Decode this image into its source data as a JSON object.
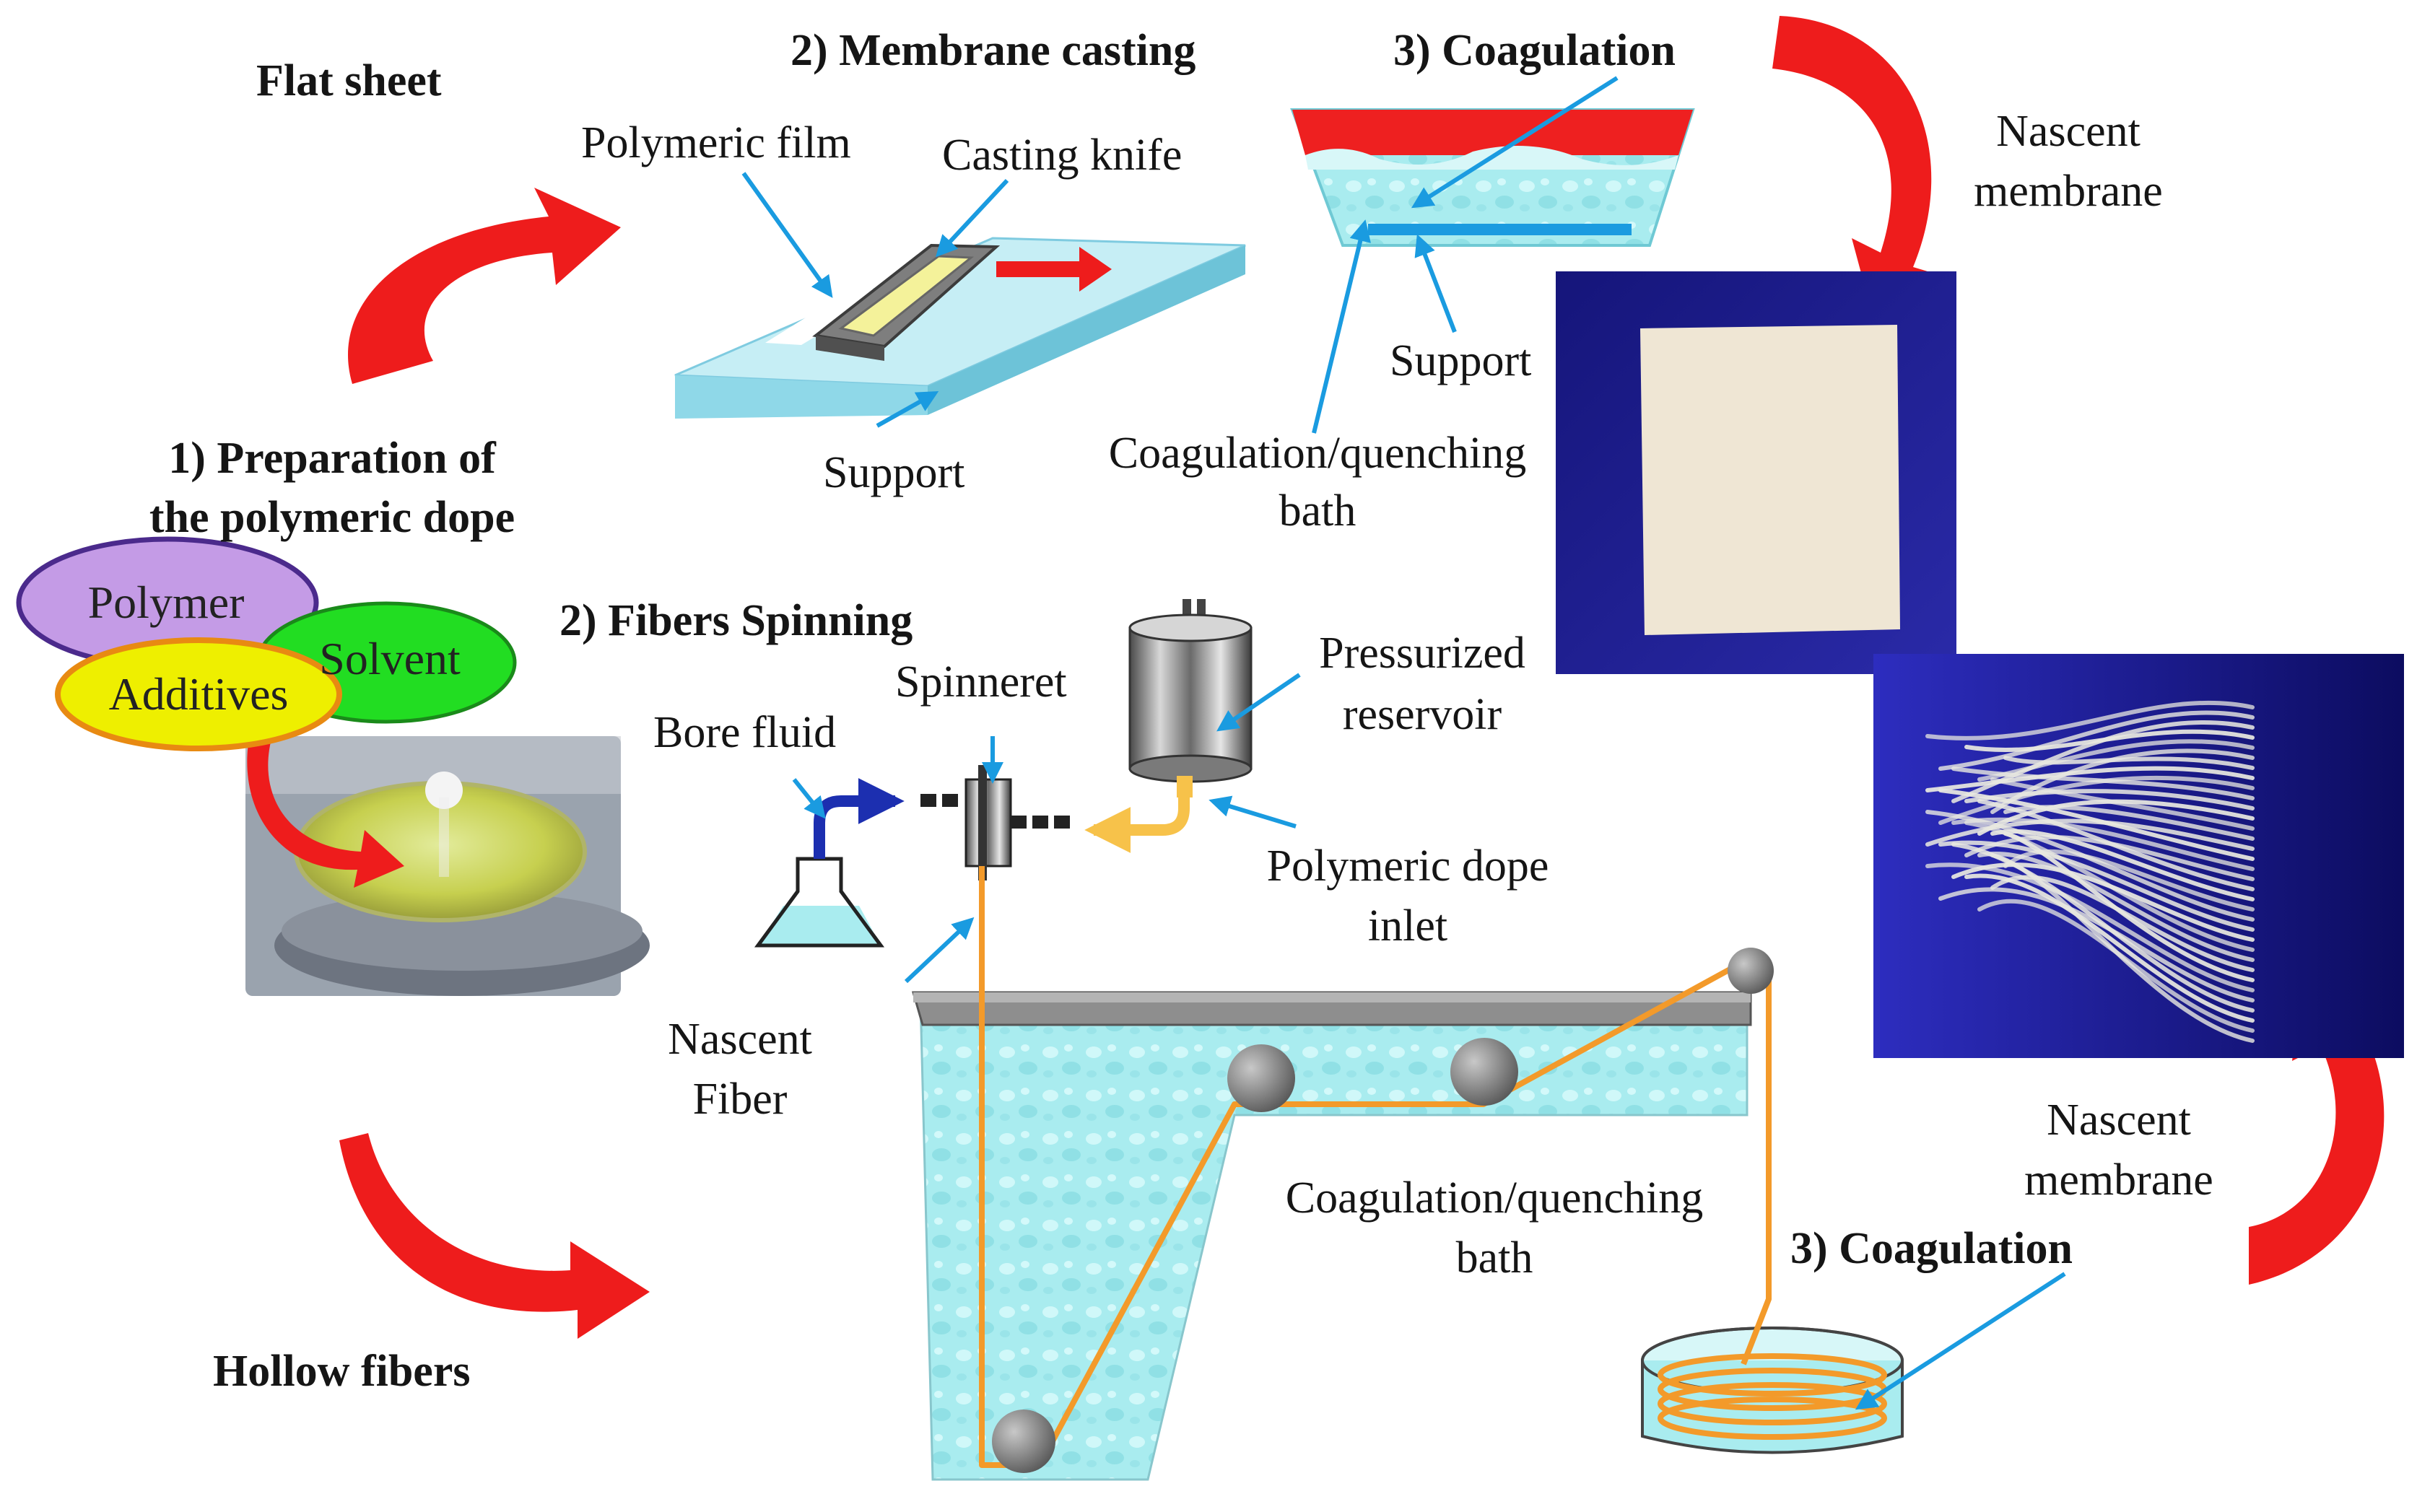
{
  "labels": {
    "flat_sheet": "Flat sheet",
    "membrane_casting": "2) Membrane casting",
    "coagulation_top": "3) Coagulation",
    "polymeric_film": "Polymeric film",
    "casting_knife": "Casting knife",
    "support_casting": "Support",
    "support_bath": "Support",
    "coag_bath_top_l1": "Coagulation/quenching",
    "coag_bath_top_l2": "bath",
    "nascent_membrane_top_l1": "Nascent",
    "nascent_membrane_top_l2": "membrane",
    "prep_l1": "1) Preparation of",
    "prep_l2": "the polymeric dope",
    "polymer": "Polymer",
    "solvent": "Solvent",
    "additives": "Additives",
    "fibers_spinning": "2) Fibers Spinning",
    "spinneret": "Spinneret",
    "bore_fluid": "Bore fluid",
    "pressurized_l1": "Pressurized",
    "pressurized_l2": "reservoir",
    "dope_inlet_l1": "Polymeric dope",
    "dope_inlet_l2": "inlet",
    "nascent_fiber_l1": "Nascent",
    "nascent_fiber_l2": "Fiber",
    "coag_bath_bottom_l1": "Coagulation/quenching",
    "coag_bath_bottom_l2": "bath",
    "nascent_membrane_bottom_l1": "Nascent",
    "nascent_membrane_bottom_l2": "membrane",
    "coagulation_bottom": "3) Coagulation",
    "hollow_fibers": "Hollow fibers"
  },
  "colors": {
    "cycle_arrow": "#ee1c1c",
    "pointer_arrow": "#1a9be0",
    "fiber_line": "#f39a2a",
    "water": "#a8ecee",
    "photo_background": "#1c1c8c",
    "oval_polymer": "#c79be8",
    "oval_solvent": "#22dd22",
    "oval_additives": "#eef000"
  }
}
